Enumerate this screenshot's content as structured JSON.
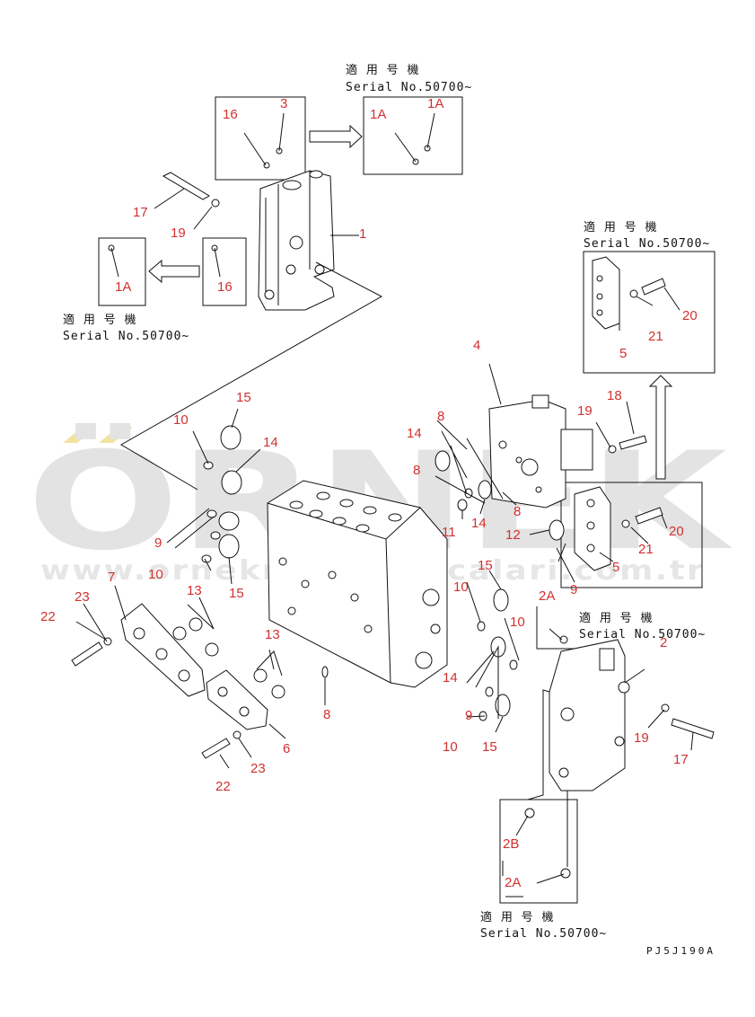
{
  "watermark": {
    "brand": "ÖRNEK",
    "url": "www.orneknismaparcalari.com.tr",
    "colors": {
      "letters": "#e3e3e3",
      "accent": "#f2e2a0"
    }
  },
  "serial_notes": {
    "line1": "適 用 号 機",
    "line2": "Serial No.50700~"
  },
  "drawing_code": "PJ5J190A",
  "label_color": "#d23030",
  "callouts": [
    {
      "id": "c1",
      "text": "1"
    },
    {
      "id": "c1a_top_l",
      "text": "1A"
    },
    {
      "id": "c1a_top_r",
      "text": "1A"
    },
    {
      "id": "c1a_left",
      "text": "1A"
    },
    {
      "id": "c2",
      "text": "2"
    },
    {
      "id": "c2a_top",
      "text": "2A"
    },
    {
      "id": "c2a_bot",
      "text": "2A"
    },
    {
      "id": "c2b",
      "text": "2B"
    },
    {
      "id": "c3",
      "text": "3"
    },
    {
      "id": "c4",
      "text": "4"
    },
    {
      "id": "c5_top",
      "text": "5"
    },
    {
      "id": "c5_mid",
      "text": "5"
    },
    {
      "id": "c6",
      "text": "6"
    },
    {
      "id": "c7",
      "text": "7"
    },
    {
      "id": "c8_a",
      "text": "8"
    },
    {
      "id": "c8_b",
      "text": "8"
    },
    {
      "id": "c8_c",
      "text": "8"
    },
    {
      "id": "c8_d",
      "text": "8"
    },
    {
      "id": "c9_a",
      "text": "9"
    },
    {
      "id": "c9_b",
      "text": "9"
    },
    {
      "id": "c9_c",
      "text": "9"
    },
    {
      "id": "c10_a",
      "text": "10"
    },
    {
      "id": "c10_b",
      "text": "10"
    },
    {
      "id": "c10_c",
      "text": "10"
    },
    {
      "id": "c10_d",
      "text": "10"
    },
    {
      "id": "c10_e",
      "text": "10"
    },
    {
      "id": "c11",
      "text": "11"
    },
    {
      "id": "c12",
      "text": "12"
    },
    {
      "id": "c13_a",
      "text": "13"
    },
    {
      "id": "c13_b",
      "text": "13"
    },
    {
      "id": "c14_a",
      "text": "14"
    },
    {
      "id": "c14_b",
      "text": "14"
    },
    {
      "id": "c14_c",
      "text": "14"
    },
    {
      "id": "c14_d",
      "text": "14"
    },
    {
      "id": "c15_a",
      "text": "15"
    },
    {
      "id": "c15_b",
      "text": "15"
    },
    {
      "id": "c15_c",
      "text": "15"
    },
    {
      "id": "c15_d",
      "text": "15"
    },
    {
      "id": "c16_a",
      "text": "16"
    },
    {
      "id": "c16_b",
      "text": "16"
    },
    {
      "id": "c17_a",
      "text": "17"
    },
    {
      "id": "c17_b",
      "text": "17"
    },
    {
      "id": "c18",
      "text": "18"
    },
    {
      "id": "c19_a",
      "text": "19"
    },
    {
      "id": "c19_b",
      "text": "19"
    },
    {
      "id": "c19_c",
      "text": "19"
    },
    {
      "id": "c20_a",
      "text": "20"
    },
    {
      "id": "c20_b",
      "text": "20"
    },
    {
      "id": "c21_a",
      "text": "21"
    },
    {
      "id": "c21_b",
      "text": "21"
    },
    {
      "id": "c22_a",
      "text": "22"
    },
    {
      "id": "c22_b",
      "text": "22"
    },
    {
      "id": "c23_a",
      "text": "23"
    },
    {
      "id": "c23_b",
      "text": "23"
    }
  ]
}
